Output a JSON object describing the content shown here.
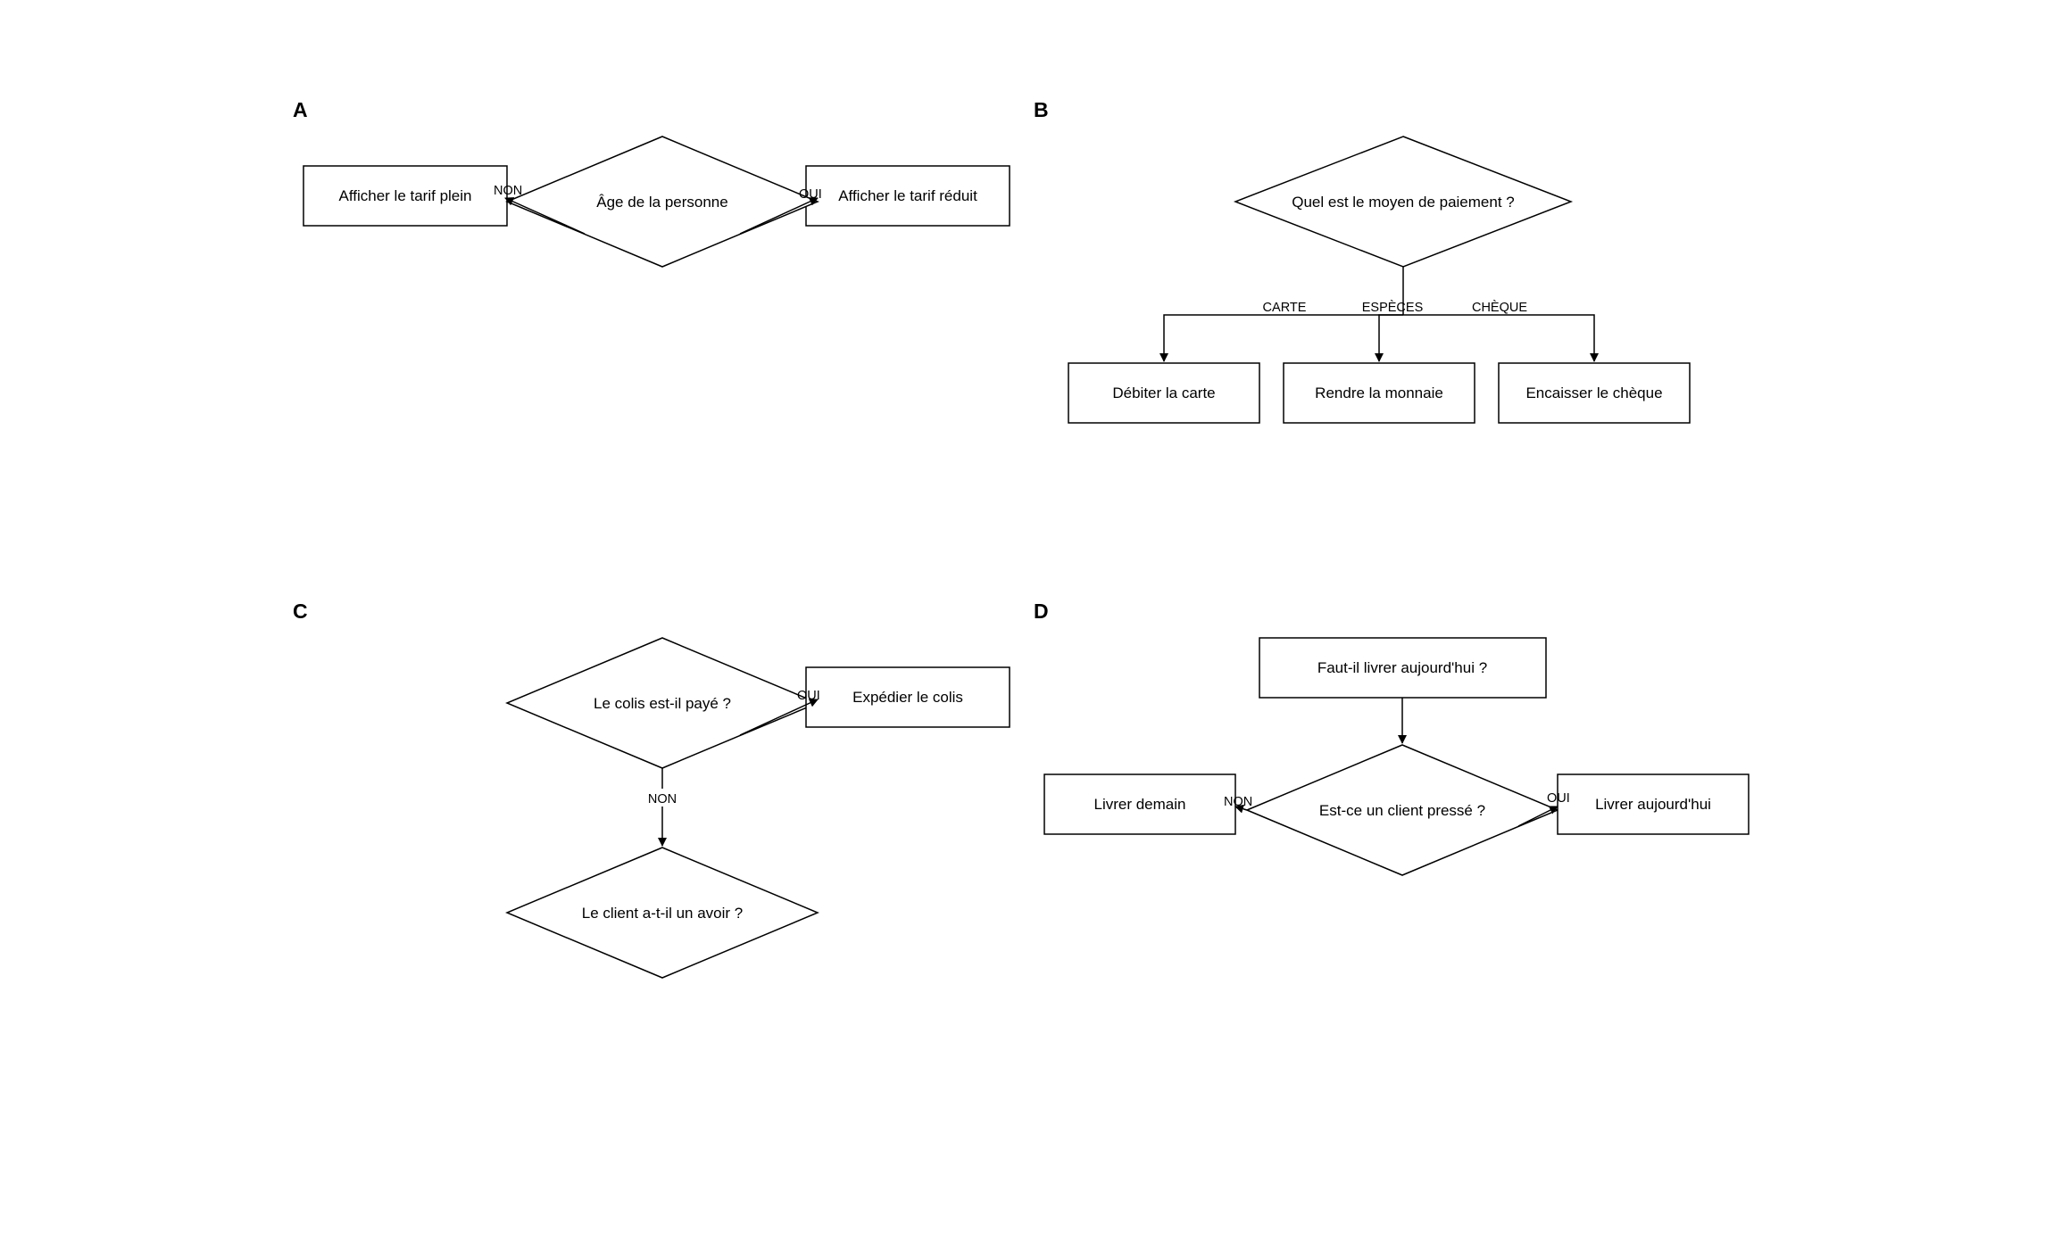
{
  "panels": {
    "A": {
      "letter": "A",
      "decision": "Âge de la personne",
      "left_box": "Afficher le tarif plein",
      "right_box": "Afficher le tarif réduit",
      "left_label": "NON",
      "right_label": "OUI"
    },
    "B": {
      "letter": "B",
      "decision": "Quel est le moyen de paiement ?",
      "box1": "Débiter la carte",
      "box2": "Rendre la monnaie",
      "box3": "Encaisser le chèque",
      "label1": "CARTE",
      "label2": "ESPÈCES",
      "label3": "CHÈQUE"
    },
    "C": {
      "letter": "C",
      "decision1": "Le colis est-il payé ?",
      "right_box": "Expédier le colis",
      "right_label": "OUI",
      "down_label": "NON",
      "decision2": "Le client a-t-il un avoir ?"
    },
    "D": {
      "letter": "D",
      "top_box": "Faut-il livrer aujourd'hui ?",
      "decision": "Est-ce un client pressé ?",
      "left_box": "Livrer demain",
      "right_box": "Livrer aujourd'hui",
      "left_label": "NON",
      "right_label": "OUI"
    }
  }
}
